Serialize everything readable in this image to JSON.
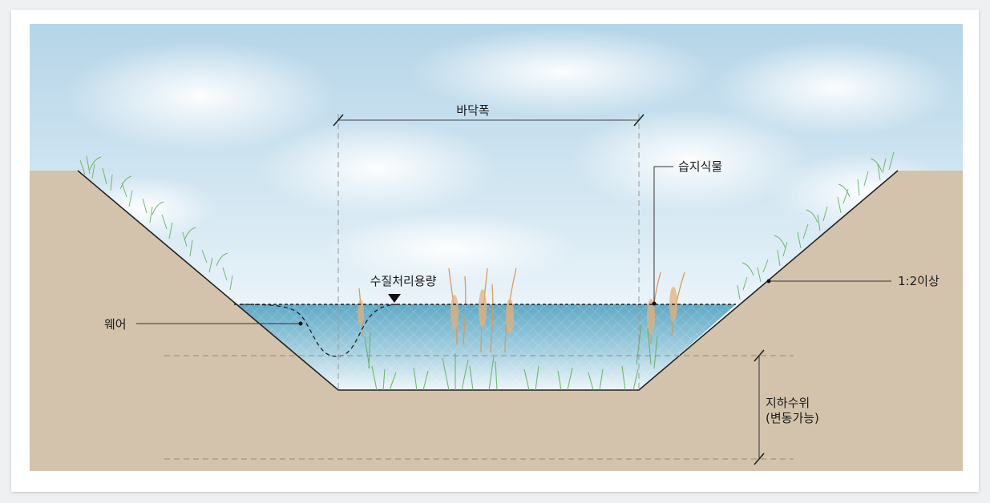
{
  "diagram": {
    "labels": {
      "bottom_width": "바닥폭",
      "wetland_plants": "습지식물",
      "treatment_capacity": "수질처리용량",
      "weir": "웨어",
      "slope": "1:2이상",
      "groundwater_line1": "지하수위",
      "groundwater_line2": "(변동가능)"
    },
    "colors": {
      "soil": "#d3c3ad",
      "water_top": "#6aafc9",
      "water_bottom": "#e6f2f7",
      "sky_top": "#b9d7e8",
      "grass": "#5fae5a",
      "reed": "#d89b5a",
      "line": "#222222"
    }
  }
}
